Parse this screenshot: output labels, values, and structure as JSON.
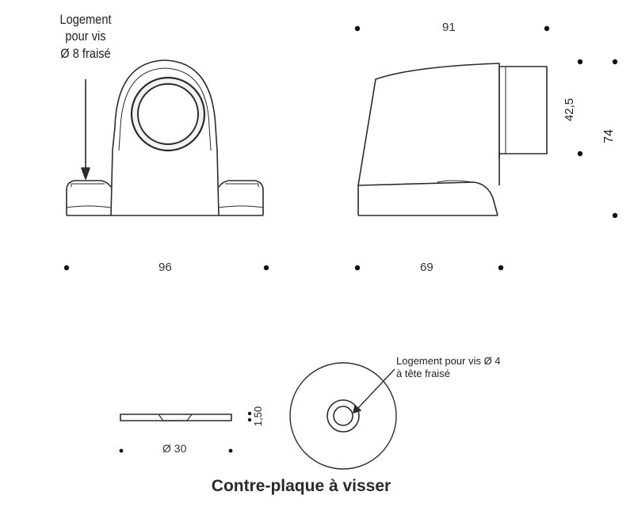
{
  "labels": {
    "screw_housing_top": "Logement\npour vis\nØ 8 fraisé",
    "screw_housing_plate": "Logement pour vis Ø 4\nà tête fraisé",
    "caption": "Contre-plaque à visser"
  },
  "dimensions": {
    "side_width": "91",
    "front_width": "96",
    "side_base": "69",
    "buffer_height": "42,5",
    "total_height": "74",
    "plate_thickness": "1,50",
    "plate_diameter": "Ø 30"
  }
}
